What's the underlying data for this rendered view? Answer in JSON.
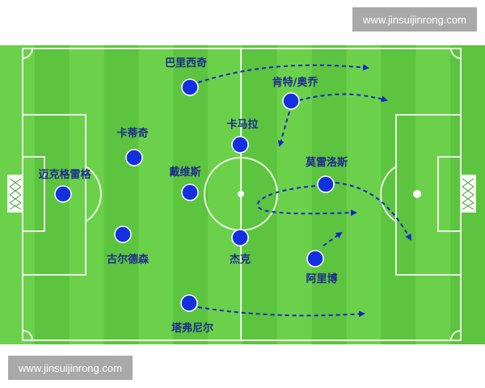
{
  "watermarks": {
    "top": "www.jinsuijinrong.com",
    "bottom": "www.jinsuijinrong.com"
  },
  "colors": {
    "grass_light": "#6bd14a",
    "grass_dark": "#5cc43e",
    "lines": "#e9f7e3",
    "player": "#1330e0",
    "arrow": "#1428c8",
    "label": "#1d2a8f"
  },
  "players": [
    {
      "id": "barrios",
      "name": "巴里西奇"
    },
    {
      "id": "kenter",
      "name": "肯特/奥乔"
    },
    {
      "id": "karamla",
      "name": "卡马拉"
    },
    {
      "id": "kadi",
      "name": "卡蒂奇"
    },
    {
      "id": "keeper",
      "name": "迈克格雷格"
    },
    {
      "id": "davis",
      "name": "戴维斯"
    },
    {
      "id": "morelos",
      "name": "莫雷洛斯"
    },
    {
      "id": "goldson",
      "name": "古尔德森"
    },
    {
      "id": "jack",
      "name": "杰克"
    },
    {
      "id": "arribo",
      "name": "阿里博"
    },
    {
      "id": "tavernier",
      "name": "塔弗尼尔"
    }
  ]
}
